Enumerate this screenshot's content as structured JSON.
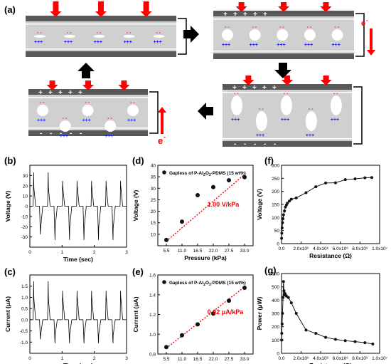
{
  "schematic": {
    "panel_label": "(a)",
    "electron": "e",
    "electron_sup": "-",
    "plus": "+",
    "minus": "-",
    "charges_plus": "+++",
    "charges_minus": "- -",
    "colors": {
      "electrode": "#595959",
      "film": "#d0d0d0",
      "arrow": "#ff0000",
      "charge_pos": "#1a1aff",
      "charge_neg": "#ff0000",
      "bracket": "#000000"
    }
  },
  "chart_data": [
    {
      "id": "b",
      "panel_label": "(b)",
      "type": "line",
      "xlabel": "Time (sec)",
      "ylabel": "Voltage (V)",
      "xlim": [
        0,
        3
      ],
      "ylim": [
        -40,
        40
      ],
      "xticks": [
        "0",
        "1",
        "2",
        "3"
      ],
      "yticks": [
        "-30",
        "-20",
        "-10",
        "0",
        "10",
        "20",
        "30"
      ],
      "series": [
        {
          "pulse_times": [
            0.1,
            0.55,
            1.0,
            1.45,
            1.9,
            2.35,
            2.8
          ],
          "peak": 33,
          "trough": -33,
          "baseline": 0
        }
      ]
    },
    {
      "id": "c",
      "panel_label": "(c)",
      "type": "line",
      "xlabel": "Time (sec)",
      "ylabel": "Current (μA)",
      "xlim": [
        0,
        3
      ],
      "ylim": [
        -1.5,
        2.0
      ],
      "xticks": [
        "0",
        "1",
        "2",
        "3"
      ],
      "yticks": [
        "-1.0",
        "-0.5",
        "0.0",
        "0.5",
        "1.0",
        "1.5"
      ],
      "series": [
        {
          "pulse_times": [
            0.1,
            0.55,
            1.0,
            1.45,
            1.9,
            2.35,
            2.8
          ],
          "peak": 1.72,
          "trough": -1.05,
          "baseline": 0
        }
      ]
    },
    {
      "id": "d",
      "panel_label": "(d)",
      "type": "scatter",
      "xlabel": "Pressure (kPa)",
      "ylabel": "Voltage (V)",
      "categories": [
        "5.5",
        "11.0",
        "16.5",
        "22.0",
        "27.5",
        "33.0"
      ],
      "ylim": [
        5,
        40
      ],
      "yticks": [
        "10",
        "15",
        "20",
        "25",
        "30",
        "35",
        "40"
      ],
      "legend": {
        "text": "Gapless of P-Al",
        "sub1": "2",
        "mid": "O",
        "sub2": "3",
        "tail": "-PDMS (15 wt%)"
      },
      "annotation": "1.00 V/kPa",
      "series": [
        {
          "values": [
            7.5,
            15.5,
            27.0,
            30.5,
            33.5,
            34.8
          ]
        }
      ],
      "fit": [
        7.0,
        36.0
      ]
    },
    {
      "id": "e",
      "panel_label": "(e)",
      "type": "scatter",
      "xlabel": "Pressure (kPa)",
      "ylabel": "Current (μA)",
      "categories": [
        "5.5",
        "11.0",
        "16.5",
        "22.0",
        "27.5",
        "33.0"
      ],
      "ylim": [
        0.8,
        1.6
      ],
      "yticks": [
        "0.8",
        "1.0",
        "1.2",
        "1.4",
        "1.6"
      ],
      "legend": {
        "text": "Gapless of P-Al",
        "sub1": "2",
        "mid": "O",
        "sub2": "3",
        "tail": "-PDMS (15 wt%)"
      },
      "annotation": "0.02 μA/kPa",
      "series": [
        {
          "values": [
            0.87,
            0.99,
            1.1,
            1.21,
            1.34,
            1.47
          ]
        }
      ],
      "fit": [
        0.86,
        1.48
      ]
    },
    {
      "id": "f",
      "panel_label": "(f)",
      "type": "line",
      "xlabel": "Resistance (Ω)",
      "ylabel": "Voltage (V)",
      "xlim": [
        0,
        10000000
      ],
      "ylim": [
        0,
        300
      ],
      "xticks": [
        "0.0",
        "2.0x10⁶",
        "4.0x10⁶",
        "6.0x10⁶",
        "8.0x10⁶",
        "1.0x10⁷"
      ],
      "yticks": [
        "0",
        "50",
        "100",
        "150",
        "200",
        "250",
        "300"
      ],
      "series": [
        {
          "x": [
            10000,
            30000,
            60000,
            100000,
            150000,
            200000,
            300000,
            400000,
            500000,
            600000,
            800000,
            1000000,
            1500000,
            2500000,
            3500000,
            4500000,
            5500000,
            6500000,
            7500000,
            8500000,
            9200000
          ],
          "y": [
            20,
            40,
            60,
            80,
            95,
            110,
            125,
            140,
            148,
            155,
            163,
            170,
            175,
            195,
            218,
            232,
            233,
            245,
            248,
            252,
            253
          ]
        }
      ]
    },
    {
      "id": "g",
      "panel_label": "(g)",
      "type": "line",
      "xlabel": "Resistance (Ω)",
      "ylabel": "Power (μW)",
      "xlim": [
        0,
        10000000
      ],
      "ylim": [
        0,
        600
      ],
      "xticks": [
        "0.0",
        "2.0x10⁶",
        "4.0x10⁶",
        "6.0x10⁶",
        "8.0x10⁶",
        "1.0x10⁷"
      ],
      "yticks": [
        "0",
        "100",
        "200",
        "300",
        "400",
        "500",
        "600"
      ],
      "series": [
        {
          "x": [
            10000,
            30000,
            60000,
            100000,
            150000,
            200000,
            250000,
            300000,
            350000,
            400000,
            500000,
            700000,
            1000000,
            1500000,
            2500000,
            3500000,
            4500000,
            5500000,
            6500000,
            7500000,
            8500000,
            9300000
          ],
          "y": [
            100,
            150,
            220,
            300,
            420,
            540,
            470,
            440,
            450,
            440,
            430,
            420,
            380,
            300,
            175,
            150,
            120,
            105,
            95,
            88,
            80,
            70
          ]
        }
      ]
    }
  ]
}
